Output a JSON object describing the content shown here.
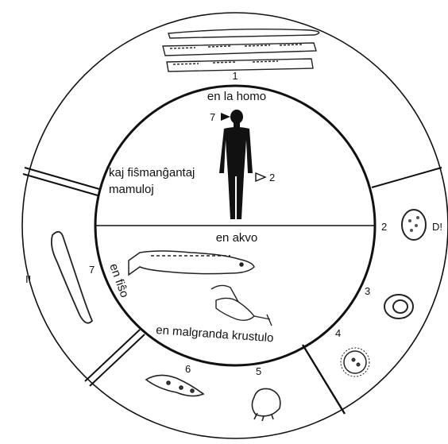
{
  "center_labels": {
    "host": "en la homo",
    "mammals": "kaj fiŝmanĝantaj mamuloj",
    "water": "en akvo",
    "fish": "en fiŝo",
    "crustacean": "en malgranda krustulo"
  },
  "mammals_lines": [
    "kaj fiŝmanĝantaj",
    "mamuloj"
  ],
  "stage_numbers": {
    "adult_worm": "1",
    "head_marker": "7",
    "body_marker": "2",
    "egg": "2",
    "coracidium_egg": "3",
    "coracidium": "4",
    "procercoid_host": "5",
    "procercoid": "6",
    "plerocercoid": "7"
  },
  "side_marks": {
    "egg_mark": "D!",
    "plerocercoid_mark": "I!"
  }
}
